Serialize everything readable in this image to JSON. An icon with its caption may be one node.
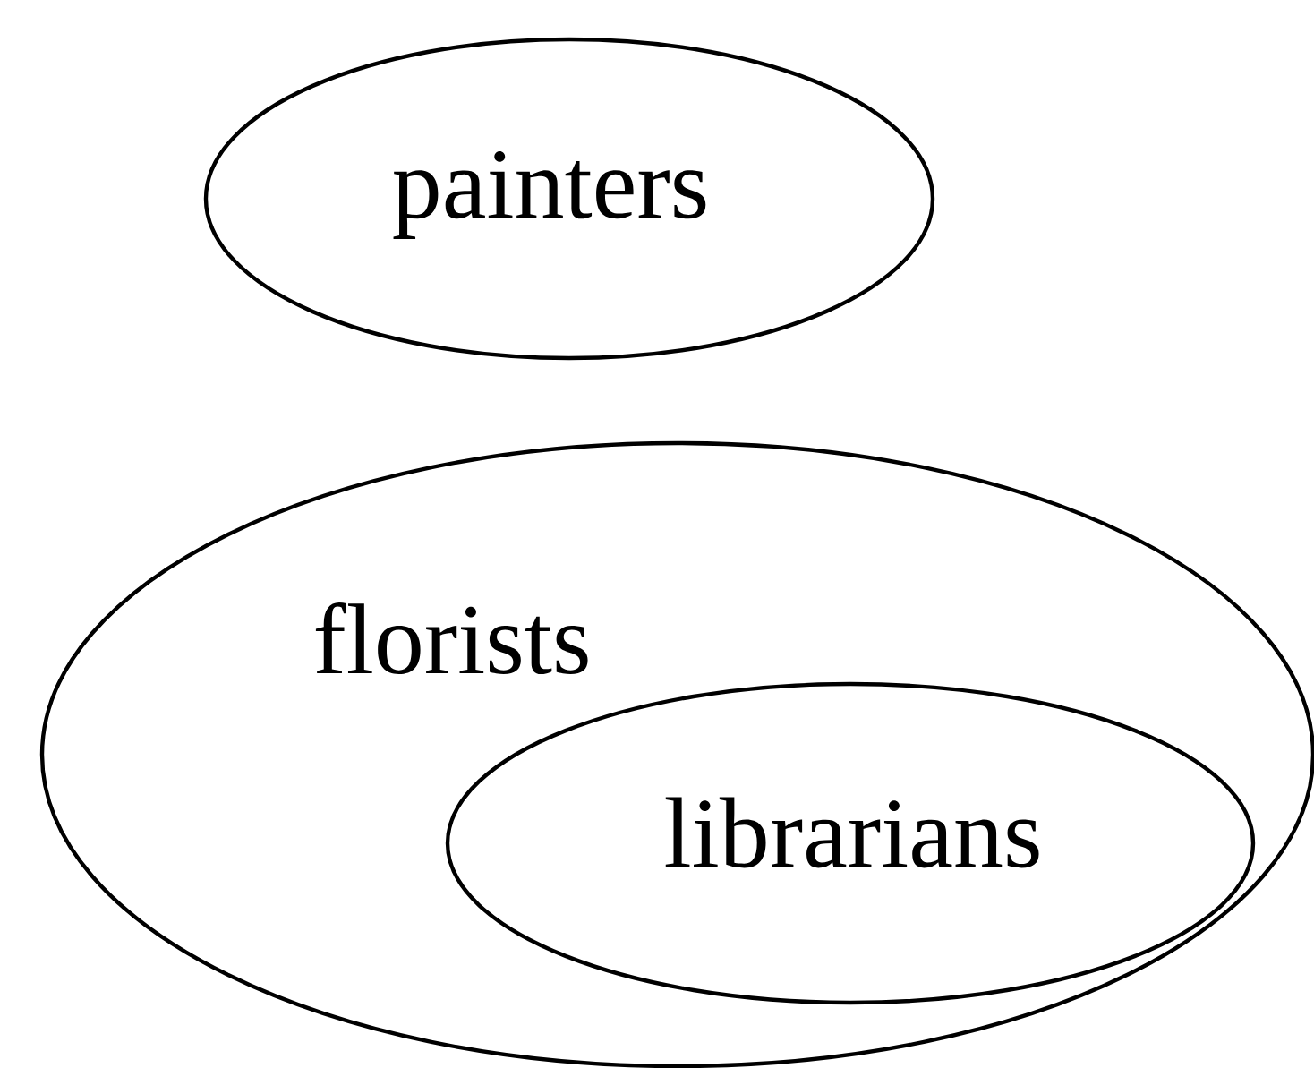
{
  "diagram": {
    "nodes": [
      {
        "text": [
          "painters"
        ]
      },
      {
        "text": [
          "florists"
        ]
      },
      {
        "text": [
          "librarians"
        ],
        "in": 1
      }
    ]
  }
}
